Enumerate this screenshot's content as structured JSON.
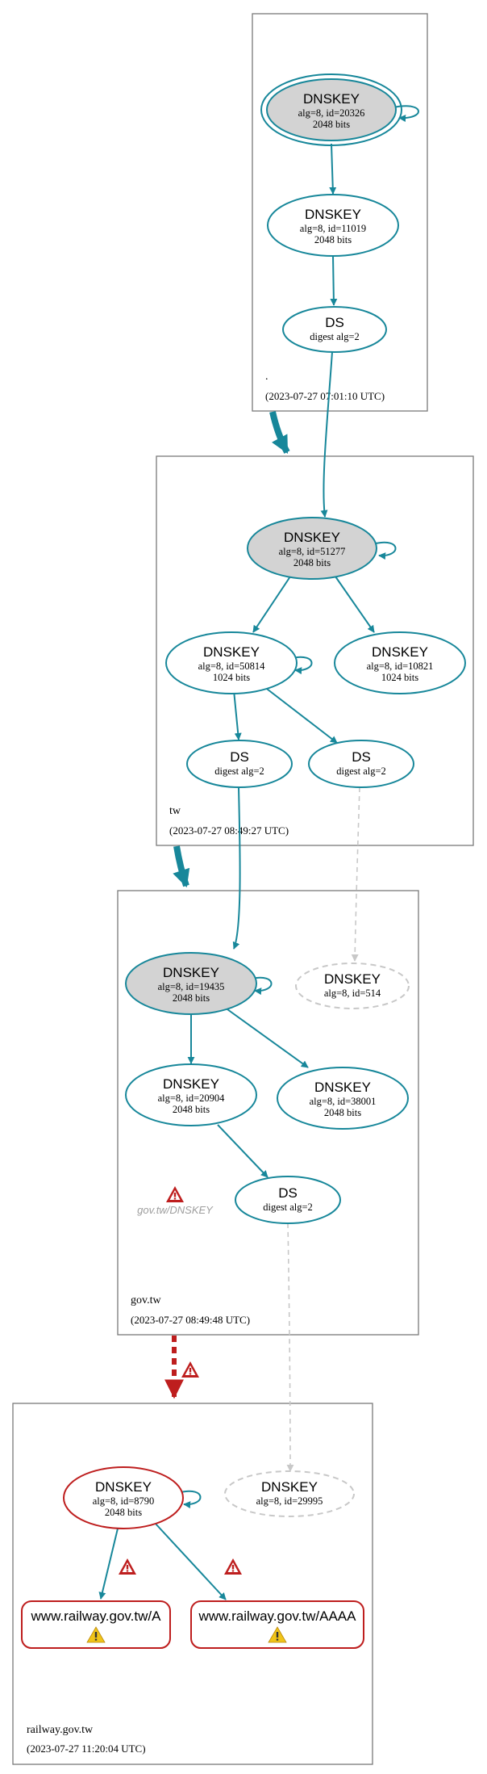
{
  "colors": {
    "edge": "#17879a",
    "node_border": "#17879a",
    "sep_fill": "#d3d3d3",
    "error": "#be1e1e",
    "warning": "#f0c419",
    "ghost": "#c8c8c8",
    "zone_border": "#7a7a7a"
  },
  "zones": [
    {
      "id": "root",
      "name": ".",
      "timestamp": "(2023-07-27 07:01:10 UTC)"
    },
    {
      "id": "tw",
      "name": "tw",
      "timestamp": "(2023-07-27 08:49:27 UTC)"
    },
    {
      "id": "govtw",
      "name": "gov.tw",
      "timestamp": "(2023-07-27 08:49:48 UTC)"
    },
    {
      "id": "railway",
      "name": "railway.gov.tw",
      "timestamp": "(2023-07-27 11:20:04 UTC)"
    }
  ],
  "nodes": {
    "root_ksk": {
      "title": "DNSKEY",
      "line1": "alg=8, id=20326",
      "line2": "2048 bits"
    },
    "root_zsk": {
      "title": "DNSKEY",
      "line1": "alg=8, id=11019",
      "line2": "2048 bits"
    },
    "root_ds": {
      "title": "DS",
      "line1": "digest alg=2"
    },
    "tw_ksk": {
      "title": "DNSKEY",
      "line1": "alg=8, id=51277",
      "line2": "2048 bits"
    },
    "tw_zsk1": {
      "title": "DNSKEY",
      "line1": "alg=8, id=50814",
      "line2": "1024 bits"
    },
    "tw_zsk2": {
      "title": "DNSKEY",
      "line1": "alg=8, id=10821",
      "line2": "1024 bits"
    },
    "tw_ds1": {
      "title": "DS",
      "line1": "digest alg=2"
    },
    "tw_ds2": {
      "title": "DS",
      "line1": "digest alg=2"
    },
    "gov_ksk": {
      "title": "DNSKEY",
      "line1": "alg=8, id=19435",
      "line2": "2048 bits"
    },
    "gov_ghost": {
      "title": "DNSKEY",
      "line1": "alg=8, id=514"
    },
    "gov_zsk1": {
      "title": "DNSKEY",
      "line1": "alg=8, id=20904",
      "line2": "2048 bits"
    },
    "gov_zsk2": {
      "title": "DNSKEY",
      "line1": "alg=8, id=38001",
      "line2": "2048 bits"
    },
    "gov_ds": {
      "title": "DS",
      "line1": "digest alg=2"
    },
    "gov_ns": {
      "label": "gov.tw/DNSKEY"
    },
    "rail_key": {
      "title": "DNSKEY",
      "line1": "alg=8, id=8790",
      "line2": "2048 bits"
    },
    "rail_ghost": {
      "title": "DNSKEY",
      "line1": "alg=8, id=29995"
    },
    "rail_a": {
      "label": "www.railway.gov.tw/A"
    },
    "rail_aaaa": {
      "label": "www.railway.gov.tw/AAAA"
    }
  },
  "icons": {
    "error": "error-triangle-icon",
    "warning": "warning-triangle-icon"
  }
}
